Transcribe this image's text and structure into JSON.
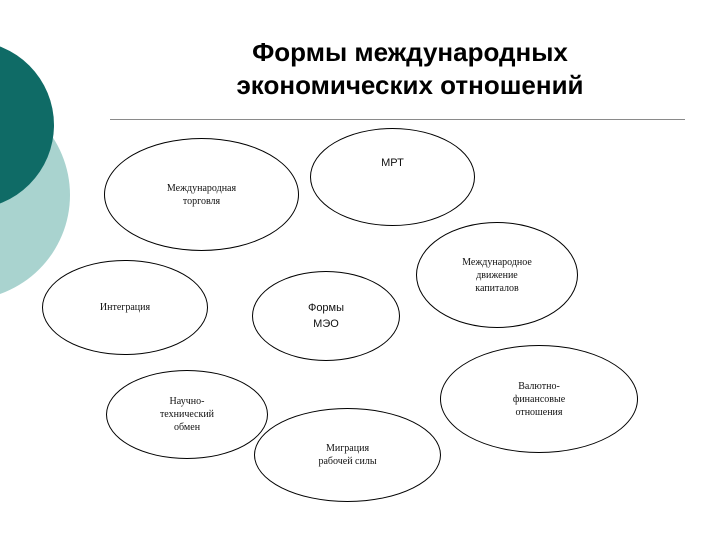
{
  "title": {
    "line1": "Формы международных",
    "line2": "экономических отношений"
  },
  "nodes": {
    "trade": "Международная\nторговля",
    "mrt": "МРТ",
    "capital": "Международное\nдвижение\nкапиталов",
    "integration": "Интеграция",
    "center": "Формы\nМЭО",
    "science": "Научно-\nтехнический\nобмен",
    "currency": "Валютно-\nфинансовые\nотношения",
    "migration": "Миграция\nрабочей силы"
  },
  "colors": {
    "accent_dark": "#0f6b66",
    "accent_light": "#a9d3cf",
    "outline": "#000000"
  }
}
